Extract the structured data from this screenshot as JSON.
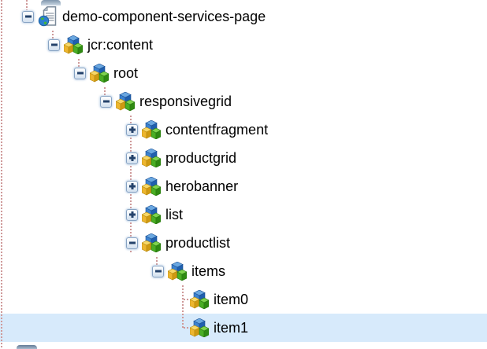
{
  "tree": {
    "rows": [
      {
        "label": "demo-component-services-page",
        "depth": 1,
        "expander": "minus",
        "icon": "page-globe-icon",
        "selected": false
      },
      {
        "label": "jcr:content",
        "depth": 2,
        "expander": "minus",
        "icon": "node-cubes-icon",
        "selected": false
      },
      {
        "label": "root",
        "depth": 3,
        "expander": "minus",
        "icon": "node-cubes-icon",
        "selected": false
      },
      {
        "label": "responsivegrid",
        "depth": 4,
        "expander": "minus",
        "icon": "node-cubes-icon",
        "selected": false
      },
      {
        "label": "contentfragment",
        "depth": 5,
        "expander": "plus",
        "icon": "node-cubes-icon",
        "selected": false
      },
      {
        "label": "productgrid",
        "depth": 5,
        "expander": "plus",
        "icon": "node-cubes-icon",
        "selected": false
      },
      {
        "label": "herobanner",
        "depth": 5,
        "expander": "plus",
        "icon": "node-cubes-icon",
        "selected": false
      },
      {
        "label": "list",
        "depth": 5,
        "expander": "plus",
        "icon": "node-cubes-icon",
        "selected": false
      },
      {
        "label": "productlist",
        "depth": 5,
        "expander": "minus",
        "icon": "node-cubes-icon",
        "selected": false
      },
      {
        "label": "items",
        "depth": 6,
        "expander": "minus",
        "icon": "node-cubes-icon",
        "selected": false
      },
      {
        "label": "item0",
        "depth": 7,
        "expander": "none",
        "icon": "node-cubes-icon",
        "selected": false
      },
      {
        "label": "item1",
        "depth": 7,
        "expander": "none",
        "icon": "node-cubes-icon",
        "selected": true
      }
    ],
    "colors": {
      "selection_background": "#d7eafb",
      "guide_line_dots": "#cf9a9a",
      "cube_blue": "#3c82cf",
      "cube_yellow": "#edb62f",
      "cube_green": "#4aae24"
    }
  }
}
